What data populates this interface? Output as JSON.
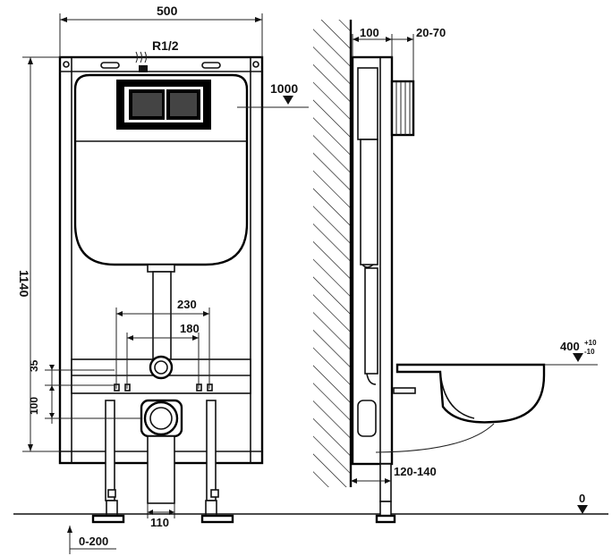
{
  "labels": {
    "width_500": "500",
    "inlet": "R1/2",
    "height_1140": "1140",
    "level_1000": "1000",
    "dim_230": "230",
    "dim_180": "180",
    "dim_35": "35",
    "dim_100": "100",
    "dim_110": "110",
    "dim_0_200": "0-200",
    "depth_100": "100",
    "depth_20_70": "20-70",
    "level_400": "400",
    "level_400_tol_plus": "+10",
    "level_400_tol_minus": "-10",
    "range_120_140": "120-140",
    "floor_0": "0"
  }
}
